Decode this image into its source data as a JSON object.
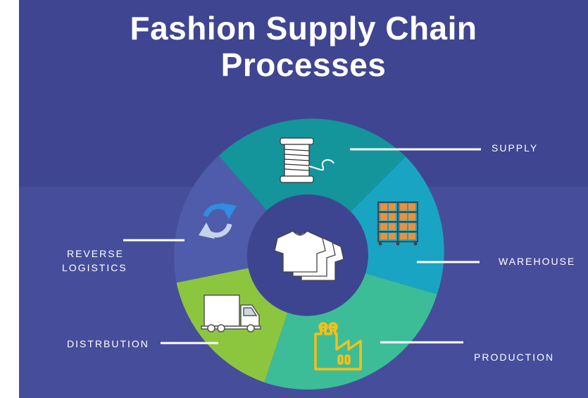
{
  "title": {
    "line1": "Fashion Supply Chain",
    "line2": "Processes"
  },
  "center": {
    "icon": "tshirt-stack-icon"
  },
  "segments": [
    {
      "label": "SUPPLY",
      "icon": "thread-spool-icon",
      "color": "#13959b"
    },
    {
      "label": "WAREHOUSE",
      "icon": "warehouse-shelves-icon",
      "color": "#1aa4c3"
    },
    {
      "label": "PRODUCTION",
      "icon": "factory-icon",
      "color": "#3cbd97"
    },
    {
      "label": "DISTRBUTION",
      "icon": "delivery-truck-icon",
      "color": "#8cc63f"
    },
    {
      "label_line1": "REVERSE",
      "label_line2": "LOGISTICS",
      "icon": "recycle-arrows-icon",
      "color": "#4f5cab"
    }
  ],
  "colors": {
    "background_top": "#3f4590",
    "background_bottom": "#464e9b",
    "center": "#3d4591",
    "accent_orange": "#e8923d",
    "accent_blue": "#2e8ee0",
    "icon_yellow": "#f5c016"
  }
}
